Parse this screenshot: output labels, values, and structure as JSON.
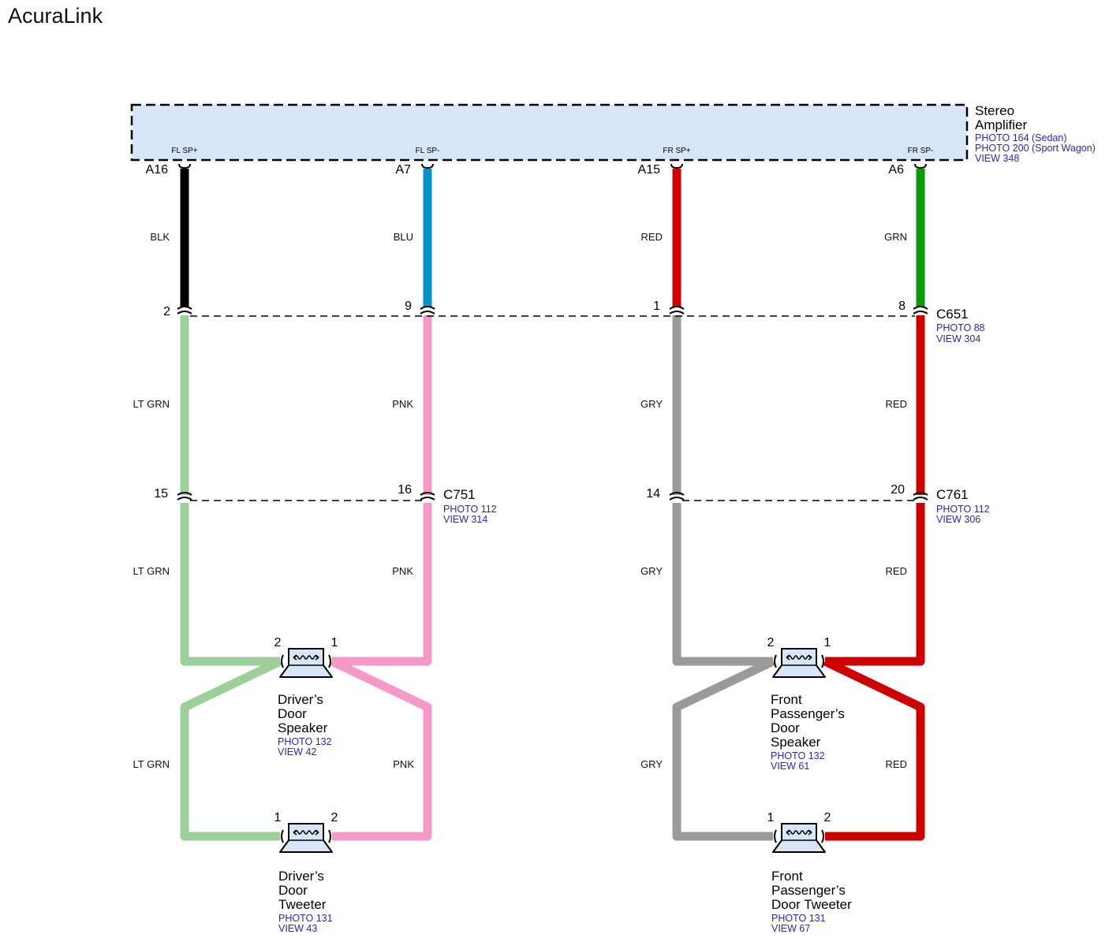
{
  "title": "AcuraLink",
  "amplifier": {
    "name_lines": [
      "Stereo",
      "Amplifier"
    ],
    "refs": [
      "PHOTO 164 (Sedan)",
      "PHOTO 200 (Sport Wagon)",
      "VIEW 348"
    ],
    "fill_color": "#d6e6f6",
    "pins": [
      {
        "label": "FL SP+",
        "id": "A16"
      },
      {
        "label": "FL SP-",
        "id": "A7"
      },
      {
        "label": "FR SP+",
        "id": "A15"
      },
      {
        "label": "FR SP-",
        "id": "A6"
      }
    ]
  },
  "connectors": {
    "c651": {
      "name": "C651",
      "refs": [
        "PHOTO 88",
        "VIEW 304"
      ],
      "pins": [
        "2",
        "9",
        "1",
        "8"
      ]
    },
    "c751": {
      "name": "C751",
      "refs": [
        "PHOTO 112",
        "VIEW 314"
      ],
      "pins": [
        "15",
        "16"
      ]
    },
    "c761": {
      "name": "C761",
      "refs": [
        "PHOTO 112",
        "VIEW 306"
      ],
      "pins": [
        "14",
        "20"
      ]
    }
  },
  "wires": {
    "top": [
      {
        "label": "BLK",
        "color": "#000000"
      },
      {
        "label": "BLU",
        "color": "#0a8ec4"
      },
      {
        "label": "RED",
        "color": "#cc0000"
      },
      {
        "label": "GRN",
        "color": "#0a9a0a"
      }
    ],
    "mid": [
      {
        "label": "LT GRN",
        "color": "#9ccf9a"
      },
      {
        "label": "PNK",
        "color": "#f59ac8"
      },
      {
        "label": "GRY",
        "color": "#9a9a9a"
      },
      {
        "label": "RED",
        "color": "#cc0000"
      }
    ],
    "low": [
      "LT GRN",
      "PNK",
      "GRY",
      "RED"
    ],
    "tweeter": [
      "LT GRN",
      "PNK",
      "GRY",
      "RED"
    ]
  },
  "speakers": {
    "driver_speaker": {
      "name_lines": [
        "Driver’s",
        "Door",
        "Speaker"
      ],
      "refs": [
        "PHOTO 132",
        "VIEW 42"
      ],
      "pin_left": "2",
      "pin_right": "1"
    },
    "driver_tweeter": {
      "name_lines": [
        "Driver’s",
        "Door",
        "Tweeter"
      ],
      "refs": [
        "PHOTO 131",
        "VIEW 43"
      ],
      "pin_left": "1",
      "pin_right": "2"
    },
    "pass_speaker": {
      "name_lines": [
        "Front",
        "Passenger’s",
        "Door",
        "Speaker"
      ],
      "refs": [
        "PHOTO 132",
        "VIEW 61"
      ],
      "pin_left": "2",
      "pin_right": "1"
    },
    "pass_tweeter": {
      "name_lines": [
        "Front",
        "Passenger’s",
        "Door Tweeter"
      ],
      "refs": [
        "PHOTO 131",
        "VIEW 67"
      ],
      "pin_left": "1",
      "pin_right": "2"
    }
  }
}
